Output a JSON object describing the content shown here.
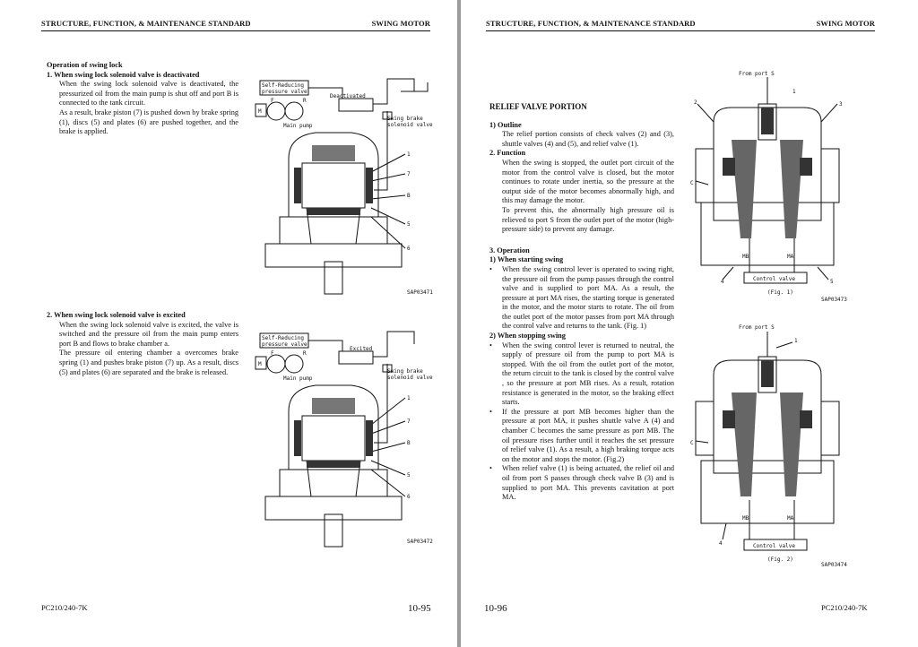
{
  "header": {
    "left": "STRUCTURE, FUNCTION, & MAINTENANCE STANDARD",
    "right": "SWING MOTOR"
  },
  "left": {
    "op_title": "Operation of swing lock",
    "s1_title": "1.   When swing lock solenoid valve is deactivated",
    "s1_p1": "When the swing lock solenoid valve is deactivated, the pressurized oil from the main pump is shut off and port B is connected to the tank circuit.",
    "s1_p2": "As a result, brake piston (7) is pushed down by brake spring (1), discs (5) and plates (6) are pushed together, and the brake is applied.",
    "s2_title": "2.   When swing lock solenoid valve is excited",
    "s2_p1": "When the swing lock solenoid valve is excited, the valve is switched and the pressure oil from the main pump enters port B and flows to brake chamber a.",
    "s2_p2": "The pressure oil entering chamber a overcomes brake spring (1) and pushes brake piston (7) up. As a result, discs (5) and plates (6) are separated and the brake is released.",
    "fig1": {
      "label_srv": "Self-Reducing",
      "label_srv2": "pressure valve",
      "state": "Deactivated",
      "pump": "Main pump",
      "brake1": "Swing brake",
      "brake2": "solenoid valve",
      "m": "M",
      "f": "F",
      "r": "R",
      "n1": "1",
      "n7": "7",
      "nB": "B",
      "n5": "5",
      "n6": "6",
      "code": "SAP03471"
    },
    "fig2": {
      "label_srv": "Self-Reducing",
      "label_srv2": "pressure valve",
      "state": "Excited",
      "pump": "Main pump",
      "brake1": "Swing brake",
      "brake2": "solenoid valve",
      "m": "M",
      "f": "F",
      "r": "R",
      "n1": "1",
      "n7": "7",
      "nB": "B",
      "n5": "5",
      "n6": "6",
      "code": "SAP03472"
    },
    "footer_left": "PC210/240-7K",
    "page_no": "10-95"
  },
  "right": {
    "section_title": "RELIEF VALVE PORTION",
    "h1": "1)   Outline",
    "p1": "The relief portion consists of check valves (2) and (3), shuttle valves (4) and (5), and relief valve (1).",
    "h2": "2.   Function",
    "p2a": "When the swing is stopped, the outlet port circuit of the motor from the control valve is closed, but the motor continues to rotate under inertia, so the pressure at the output side of the motor becomes abnormally high, and this may damage the motor.",
    "p2b": "To prevent this, the abnormally high pressure oil is relieved to port S from the outlet port of the motor (high-pressure side) to prevent any damage.",
    "h3": "3.   Operation",
    "h31": "1)   When starting swing",
    "b1": "When the swing control lever is operated to swing right, the pressure oil from the pump passes through the control valve and is supplied to port MA. As a result, the pressure at port MA rises, the starting torque is generated in the motor, and the motor starts to rotate. The oil from the outlet port of the motor passes from port MA through the control valve and returns to the tank. (Fig. 1)",
    "h32": "2)   When stopping swing",
    "b2": "When the swing control lever is returned to neutral, the supply of pressure oil from the pump to port MA is stopped. With the oil from the outlet port of the motor, the return circuit to the tank is closed by the control valve , so the pressure at port MB rises. As a result, rotation resistance is generated in the motor, so the braking effect starts.",
    "b3": "If the pressure at port MB becomes higher than the pressure at port MA, it pushes shuttle valve A (4) and chamber C becomes the same pressure as port MB. The oil pressure rises further until it reaches the set pressure of relief valve (1). As a result, a high braking torque acts on the motor and stops the motor. (Fig.2)",
    "b4": "When relief valve (1) is being actuated, the relief oil and oil from port S passes through check valve B (3) and is supplied to port MA. This prevents cavitation at port MA.",
    "fig1": {
      "from": "From port S",
      "n1": "1",
      "n2": "2",
      "n3": "3",
      "n4": "4",
      "n5": "5",
      "c": "C",
      "mb": "MB",
      "ma": "MA",
      "cv": "Control valve",
      "cap": "(Fig. 1)",
      "code": "SAP03473"
    },
    "fig2": {
      "from": "From port S",
      "n1": "1",
      "n4": "4",
      "c": "C",
      "mb": "MB",
      "ma": "MA",
      "cv": "Control valve",
      "cap": "(Fig. 2)",
      "code": "SAP03474"
    },
    "page_no": "10-96",
    "footer_right": "PC210/240-7K"
  }
}
